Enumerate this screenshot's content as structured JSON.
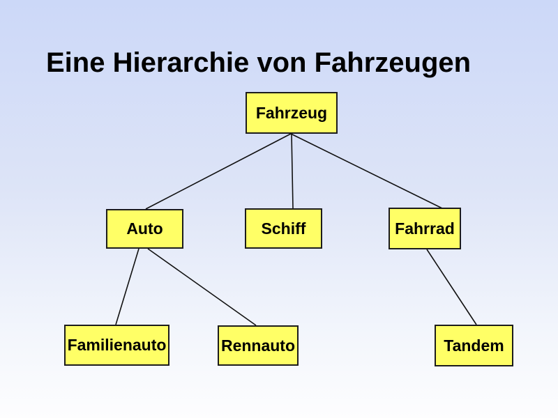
{
  "title": "Eine Hierarchie von Fahrzeugen",
  "colors": {
    "background_top": "#ccd8f8",
    "background_bottom": "#fdfdfe",
    "node_fill": "#ffff66",
    "node_border": "#1c1c1c",
    "edge_line": "#111111",
    "text": "#000000"
  },
  "diagram": {
    "type": "tree-hierarchy",
    "nodes": {
      "fahrzeug": {
        "label": "Fahrzeug"
      },
      "auto": {
        "label": "Auto"
      },
      "schiff": {
        "label": "Schiff"
      },
      "fahrrad": {
        "label": "Fahrrad"
      },
      "familienauto": {
        "label": "Familienauto"
      },
      "rennauto": {
        "label": "Rennauto"
      },
      "tandem": {
        "label": "Tandem"
      }
    },
    "edges": [
      {
        "from": "fahrzeug",
        "to": "auto"
      },
      {
        "from": "fahrzeug",
        "to": "schiff"
      },
      {
        "from": "fahrzeug",
        "to": "fahrrad"
      },
      {
        "from": "auto",
        "to": "familienauto"
      },
      {
        "from": "auto",
        "to": "rennauto"
      },
      {
        "from": "fahrrad",
        "to": "tandem"
      }
    ]
  }
}
